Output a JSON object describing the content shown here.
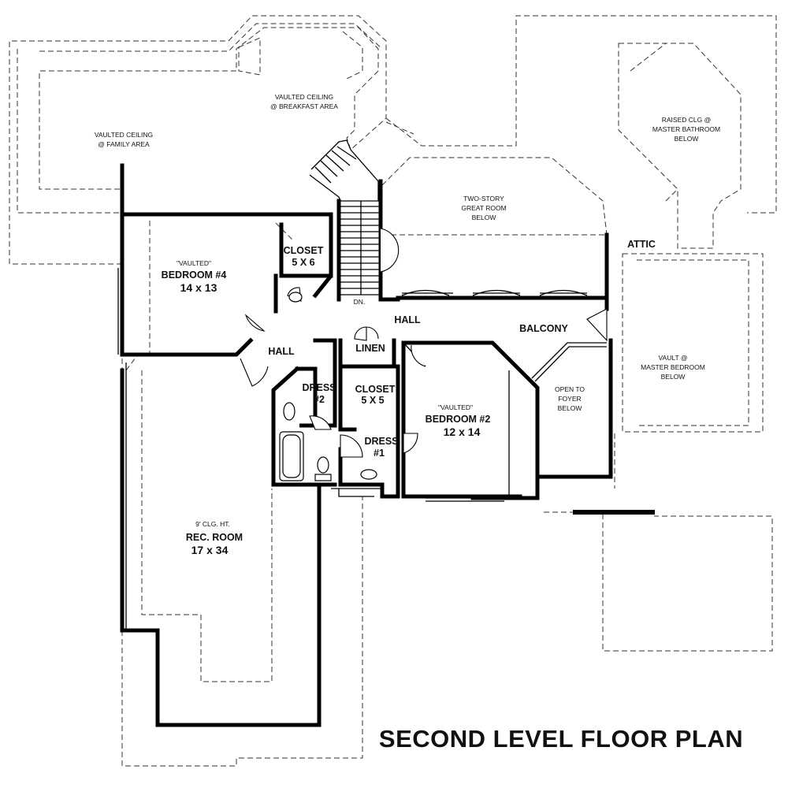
{
  "plan_title": "SECOND LEVEL FLOOR PLAN",
  "areas": {
    "vaulted_family": [
      "VAULTED CEILING",
      "@ FAMILY AREA"
    ],
    "vaulted_breakfast": [
      "VAULTED CEILING",
      "@ BREAKFAST AREA"
    ],
    "two_story_great_room": [
      "TWO-STORY",
      "GREAT ROOM",
      "BELOW"
    ],
    "raised_master_bath": [
      "RAISED CLG @",
      "MASTER BATHROOM",
      "BELOW"
    ],
    "attic": "ATTIC",
    "vault_master_bedroom": [
      "VAULT @",
      "MASTER BEDROOM",
      "BELOW"
    ],
    "open_to_foyer": [
      "OPEN TO",
      "FOYER",
      "BELOW"
    ],
    "balcony": "BALCONY"
  },
  "rooms": {
    "bedroom4": {
      "note": "\"VAULTED\"",
      "name": "BEDROOM #4",
      "size": "14 x 13"
    },
    "closet_main": {
      "name": "CLOSET",
      "size": "5 X 6"
    },
    "hall_upper": "HALL",
    "hall_left": "HALL",
    "linen": "LINEN",
    "dress2": {
      "name": "DRESS",
      "num": "#2"
    },
    "closet_small": {
      "name": "CLOSET",
      "size": "5 X 5"
    },
    "dress1": {
      "name": "DRESS",
      "num": "#1"
    },
    "bedroom2": {
      "note": "\"VAULTED\"",
      "name": "BEDROOM #2",
      "size": "12 x 14"
    },
    "rec_room": {
      "note": "9' CLG. HT.",
      "name": "REC. ROOM",
      "size": "17 x 34"
    },
    "stair_down": "DN."
  },
  "colors": {
    "wall": "#000000",
    "dashed_outline": "#333333",
    "background": "#ffffff"
  }
}
